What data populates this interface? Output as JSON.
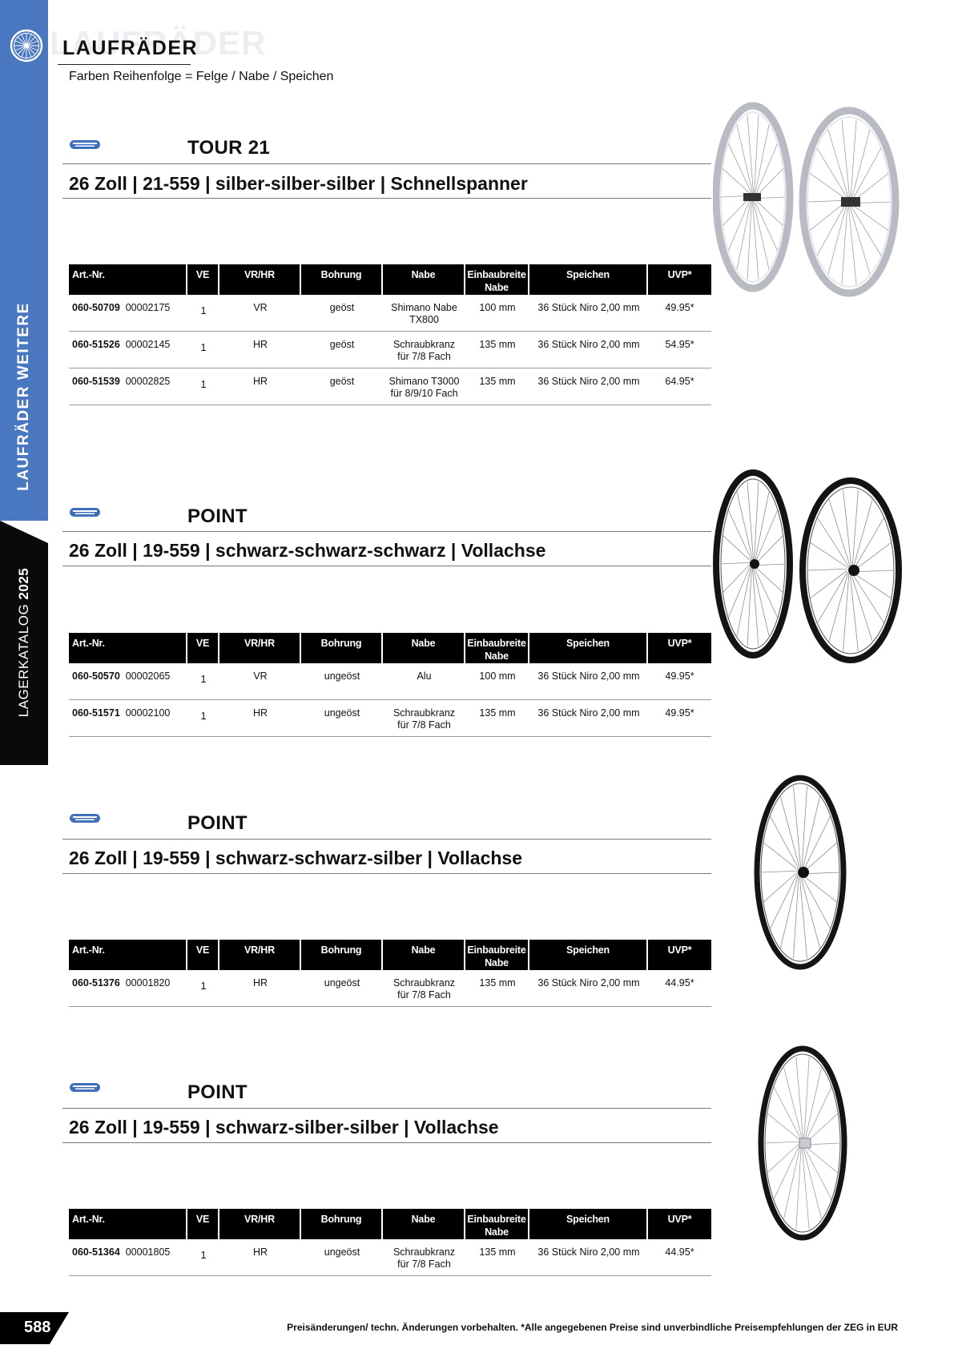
{
  "sidebar": {
    "category_label": "LAUFRÄDER WEITERE",
    "catalog_label": "LAGERKATALOG",
    "catalog_year": "2025"
  },
  "header": {
    "title": "LAUFRÄDER",
    "subtitle": "Farben Reihenfolge = Felge / Nabe / Speichen",
    "icon": "wheel-icon"
  },
  "columns": {
    "art_nr": "Art.-Nr.",
    "ve": "VE",
    "vrhr": "VR/HR",
    "bohrung": "Bohrung",
    "nabe": "Nabe",
    "einbau_1": "Einbaubreite",
    "einbau_2": "Nabe",
    "speichen": "Speichen",
    "uvp": "UVP*"
  },
  "products": [
    {
      "name": "TOUR 21",
      "spec": "26 Zoll | 21-559 | silber-silber-silber | Schnellspanner",
      "rows": [
        {
          "art": "060-50709",
          "code": "00002175",
          "ve": "1",
          "vrhr": "VR",
          "bohrung": "geöst",
          "nabe_1": "Shimano Nabe",
          "nabe_2": "TX800",
          "einbau": "100 mm",
          "speichen": "36 Stück Niro 2,00 mm",
          "uvp": "49.95*"
        },
        {
          "art": "060-51526",
          "code": "00002145",
          "ve": "1",
          "vrhr": "HR",
          "bohrung": "geöst",
          "nabe_1": "Schraubkranz",
          "nabe_2": "für 7/8 Fach",
          "einbau": "135 mm",
          "speichen": "36 Stück Niro 2,00 mm",
          "uvp": "54.95*"
        },
        {
          "art": "060-51539",
          "code": "00002825",
          "ve": "1",
          "vrhr": "HR",
          "bohrung": "geöst",
          "nabe_1": "Shimano T3000",
          "nabe_2": "für 8/9/10 Fach",
          "einbau": "135 mm",
          "speichen": "36 Stück Niro 2,00 mm",
          "uvp": "64.95*"
        }
      ]
    },
    {
      "name": "POINT",
      "spec": "26 Zoll | 19-559 | schwarz-schwarz-schwarz | Vollachse",
      "rows": [
        {
          "art": "060-50570",
          "code": "00002065",
          "ve": "1",
          "vrhr": "VR",
          "bohrung": "ungeöst",
          "nabe_1": "Alu",
          "nabe_2": "",
          "einbau": "100 mm",
          "speichen": "36 Stück Niro 2,00 mm",
          "uvp": "49.95*"
        },
        {
          "art": "060-51571",
          "code": "00002100",
          "ve": "1",
          "vrhr": "HR",
          "bohrung": "ungeöst",
          "nabe_1": "Schraubkranz",
          "nabe_2": "für 7/8 Fach",
          "einbau": "135 mm",
          "speichen": "36 Stück Niro 2,00 mm",
          "uvp": "49.95*"
        }
      ]
    },
    {
      "name": "POINT",
      "spec": "26 Zoll | 19-559 | schwarz-schwarz-silber | Vollachse",
      "rows": [
        {
          "art": "060-51376",
          "code": "00001820",
          "ve": "1",
          "vrhr": "HR",
          "bohrung": "ungeöst",
          "nabe_1": "Schraubkranz",
          "nabe_2": "für 7/8 Fach",
          "einbau": "135 mm",
          "speichen": "36 Stück Niro 2,00 mm",
          "uvp": "44.95*"
        }
      ]
    },
    {
      "name": "POINT",
      "spec": "26 Zoll | 19-559 | schwarz-silber-silber | Vollachse",
      "rows": [
        {
          "art": "060-51364",
          "code": "00001805",
          "ve": "1",
          "vrhr": "HR",
          "bohrung": "ungeöst",
          "nabe_1": "Schraubkranz",
          "nabe_2": "für 7/8 Fach",
          "einbau": "135 mm",
          "speichen": "36 Stück Niro 2,00 mm",
          "uvp": "44.95*"
        }
      ]
    }
  ],
  "footer": {
    "page_number": "588",
    "note": "Preisänderungen/ techn. Änderungen vorbehalten. *Alle angegebenen Preise sind unverbindliche Preisempfehlungen der ZEG in EUR"
  },
  "colors": {
    "sidebar_blue": "#4a78c0",
    "sidebar_black": "#0a0a0a",
    "table_header": "#000000",
    "rim_silver": "#c8ccd2",
    "rim_black": "#141414"
  }
}
